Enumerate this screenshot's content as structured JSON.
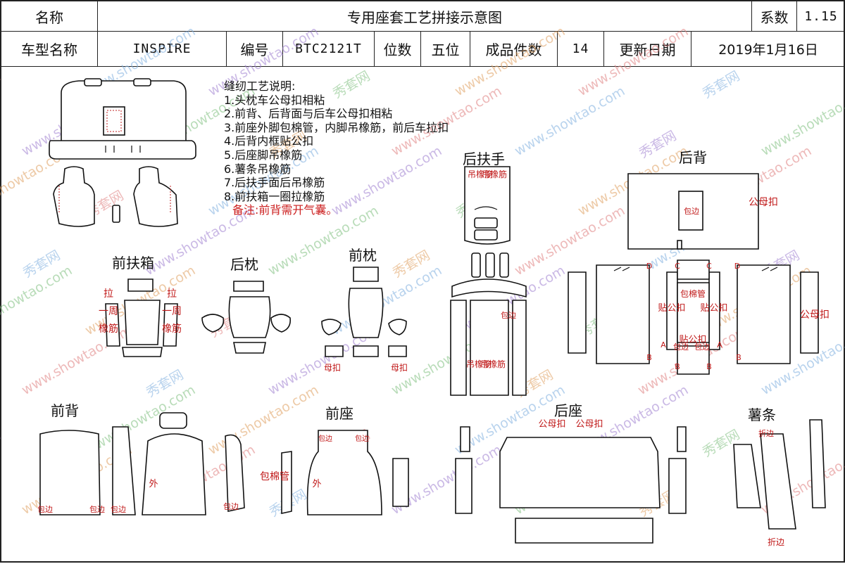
{
  "header": {
    "name_label": "名称",
    "title": "专用座套工艺拼接示意图",
    "coef_label": "系数",
    "coef_value": "1.15",
    "model_label": "车型名称",
    "model_value": "INSPIRE",
    "code_label": "编号",
    "code_value": "BTC2121T",
    "seats_label": "位数",
    "seats_value": "五位",
    "pieces_label": "成品件数",
    "pieces_value": "14",
    "date_label": "更新日期",
    "date_value": "2019年1月16日"
  },
  "instructions": {
    "title": "缝纫工艺说明:",
    "items": [
      "1.头枕车公母扣相粘",
      "2.前背、后背面与后车公母扣相粘",
      "3.前座外脚包棉管，内脚吊橡筋，前后车拉扣",
      "4.后背内框贴公扣",
      "5.后座脚吊橡筋",
      "6.薯条吊橡筋",
      "7.后扶手面后吊橡筋",
      "8.前扶箱一圈拉橡筋"
    ],
    "note": "备注:前背需开气囊。"
  },
  "sections": {
    "front_box": "前扶箱",
    "rear_pillow": "后枕",
    "front_pillow": "前枕",
    "rear_armrest": "后扶手",
    "rear_back": "后背",
    "front_back": "前背",
    "front_seat": "前座",
    "rear_seat": "后座",
    "fries": "薯条"
  },
  "labels": {
    "pull": "拉",
    "around": "一周",
    "elastic": "橡筋",
    "female_buckle": "母扣",
    "hang_elastic": "吊橡筋",
    "binding": "包边",
    "male_female_buckle": "公母扣",
    "tube": "包棉管",
    "stick_male_buckle": "贴公扣",
    "outer": "外",
    "cotton_tube": "包棉管",
    "male_buckle": "公母扣",
    "fold_edge": "折边",
    "a": "A",
    "b": "B",
    "c": "C",
    "d": "D"
  },
  "watermark": {
    "text": "www.showtao.com",
    "brand": "秀套网",
    "colors": [
      "#e08080",
      "#80b0e0",
      "#a080d0",
      "#80c080",
      "#e0a060"
    ]
  },
  "colors": {
    "annotation": "#c01818",
    "outline": "#111111"
  }
}
